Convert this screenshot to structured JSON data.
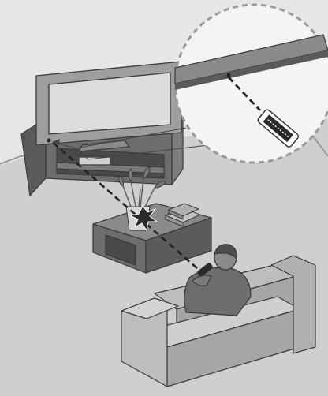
{
  "diagram": {
    "figure": "remote-control-usage-illustration",
    "parts": [
      "room",
      "tv-stand",
      "television",
      "ir-sensor",
      "coffee-table",
      "flower-vase",
      "books",
      "sofa",
      "viewer",
      "remote-control",
      "ir-beam",
      "obstruction-mark",
      "magnified-inset"
    ]
  },
  "colors": {
    "outline": "#3a3a3a",
    "wall": "#e6e6e6",
    "floor": "#cfcfcf",
    "furniture_top": "#8a8a8a",
    "furniture_front": "#6d6d6d",
    "furniture_side": "#5b5b5b",
    "screen": "#dcdcdc",
    "bezel": "#9e9e9e",
    "sofa": "#bdbdbd",
    "sofa_dark": "#a6a6a6",
    "beam": "#222222",
    "inset_border": "#9a9a9a",
    "inset_fill": "#f4f4f4"
  }
}
